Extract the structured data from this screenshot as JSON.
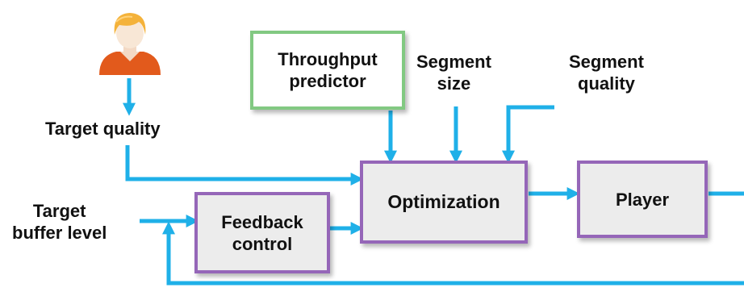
{
  "colors": {
    "arrow": "#1fb0e8",
    "block_border": "#9566b8",
    "block_fill": "#ececec",
    "predictor_border": "#82c982"
  },
  "icons": {
    "user": "user-avatar-icon"
  },
  "labels": {
    "target_quality": "Target quality",
    "target_buffer_level": [
      "Target",
      "buffer level"
    ],
    "segment_size": [
      "Segment",
      "size"
    ],
    "segment_quality": [
      "Segment",
      "quality"
    ]
  },
  "blocks": {
    "throughput_predictor": [
      "Throughput",
      "predictor"
    ],
    "optimization": "Optimization",
    "player": "Player",
    "feedback_control": [
      "Feedback",
      "control"
    ]
  }
}
